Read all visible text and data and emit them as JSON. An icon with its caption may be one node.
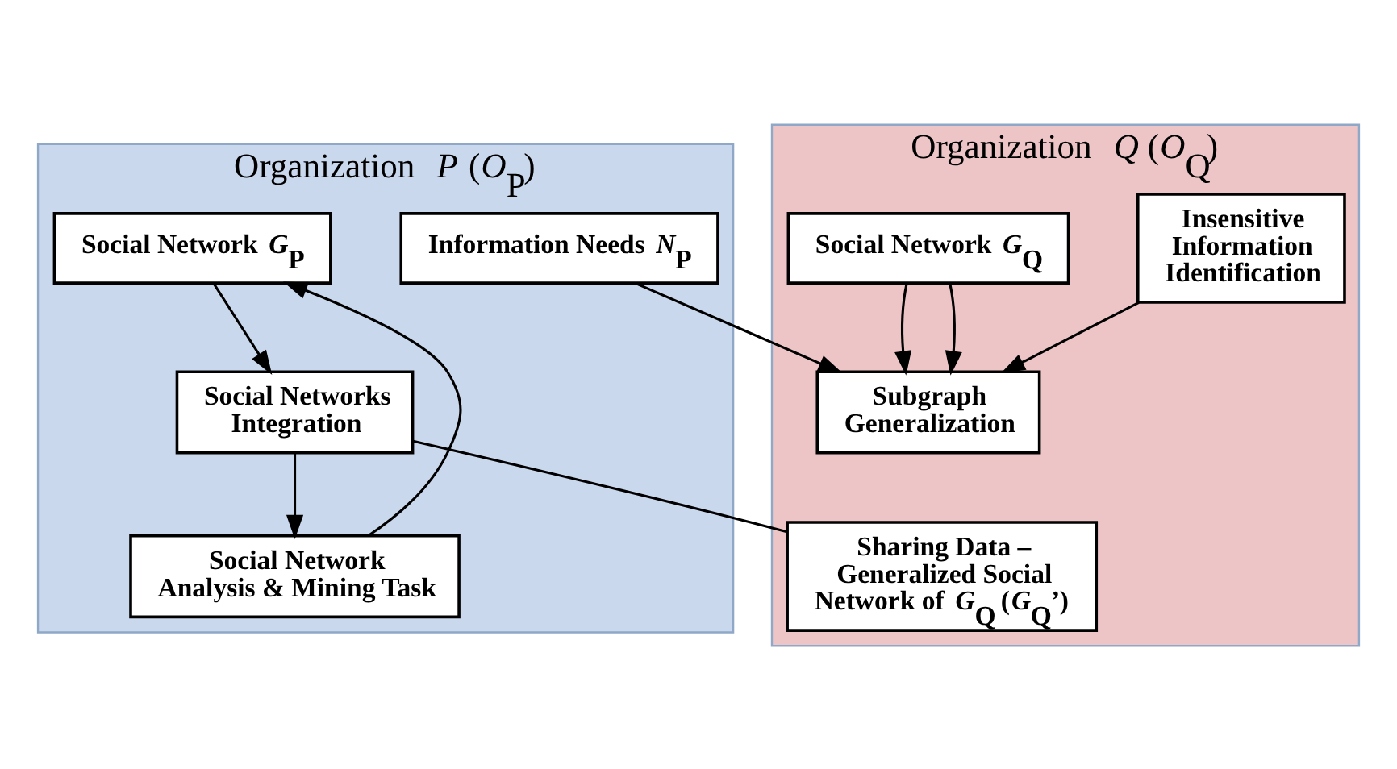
{
  "diagram": {
    "nodes": [
      {
        "text": [
          "Organization *P* (*O*$_{P}$)"
        ]
      },
      {
        "text": [
          "Organization *Q* (*O*$_{Q}$)"
        ]
      },
      {
        "text": [
          "Information Needs *N*$_{P}$"
        ],
        "in": 0
      },
      {
        "text": [
          "Social Network *G*$_{P}$"
        ],
        "in": 0
      },
      {
        "text": [
          "Social Networks Integration"
        ],
        "in": 0
      },
      {
        "text": [
          "Social Network Analysis & Mining Task"
        ],
        "in": 0
      },
      {
        "text": [
          "Insensitive Information Identification"
        ],
        "in": 1
      },
      {
        "text": [
          "Social Network *G*$_{Q}$"
        ],
        "in": 1
      },
      {
        "text": [
          "Subgraph Generalization"
        ],
        "in": 1
      },
      {
        "text": [
          "Sharing Data – Generalized Social Network of *G*$_{Q}$ (*G*$_{Q}$*’*)"
        ],
        "in": 1
      }
    ],
    "edges": [
      {
        "from": 2,
        "to": 8,
        "arrow": "to"
      },
      {
        "from": 3,
        "to": 4,
        "arrow": "to"
      },
      {
        "from": 4,
        "to": 5,
        "arrow": "to"
      },
      {
        "from": 5,
        "to": 3,
        "arrow": "to"
      },
      {
        "from": 6,
        "to": 8,
        "arrow": "to"
      },
      {
        "from": 7,
        "to": 8,
        "arrow": "to"
      },
      {
        "from": 7,
        "to": 8,
        "arrow": "to"
      },
      {
        "from": 4,
        "to": 9,
        "arrow": "none"
      }
    ]
  }
}
